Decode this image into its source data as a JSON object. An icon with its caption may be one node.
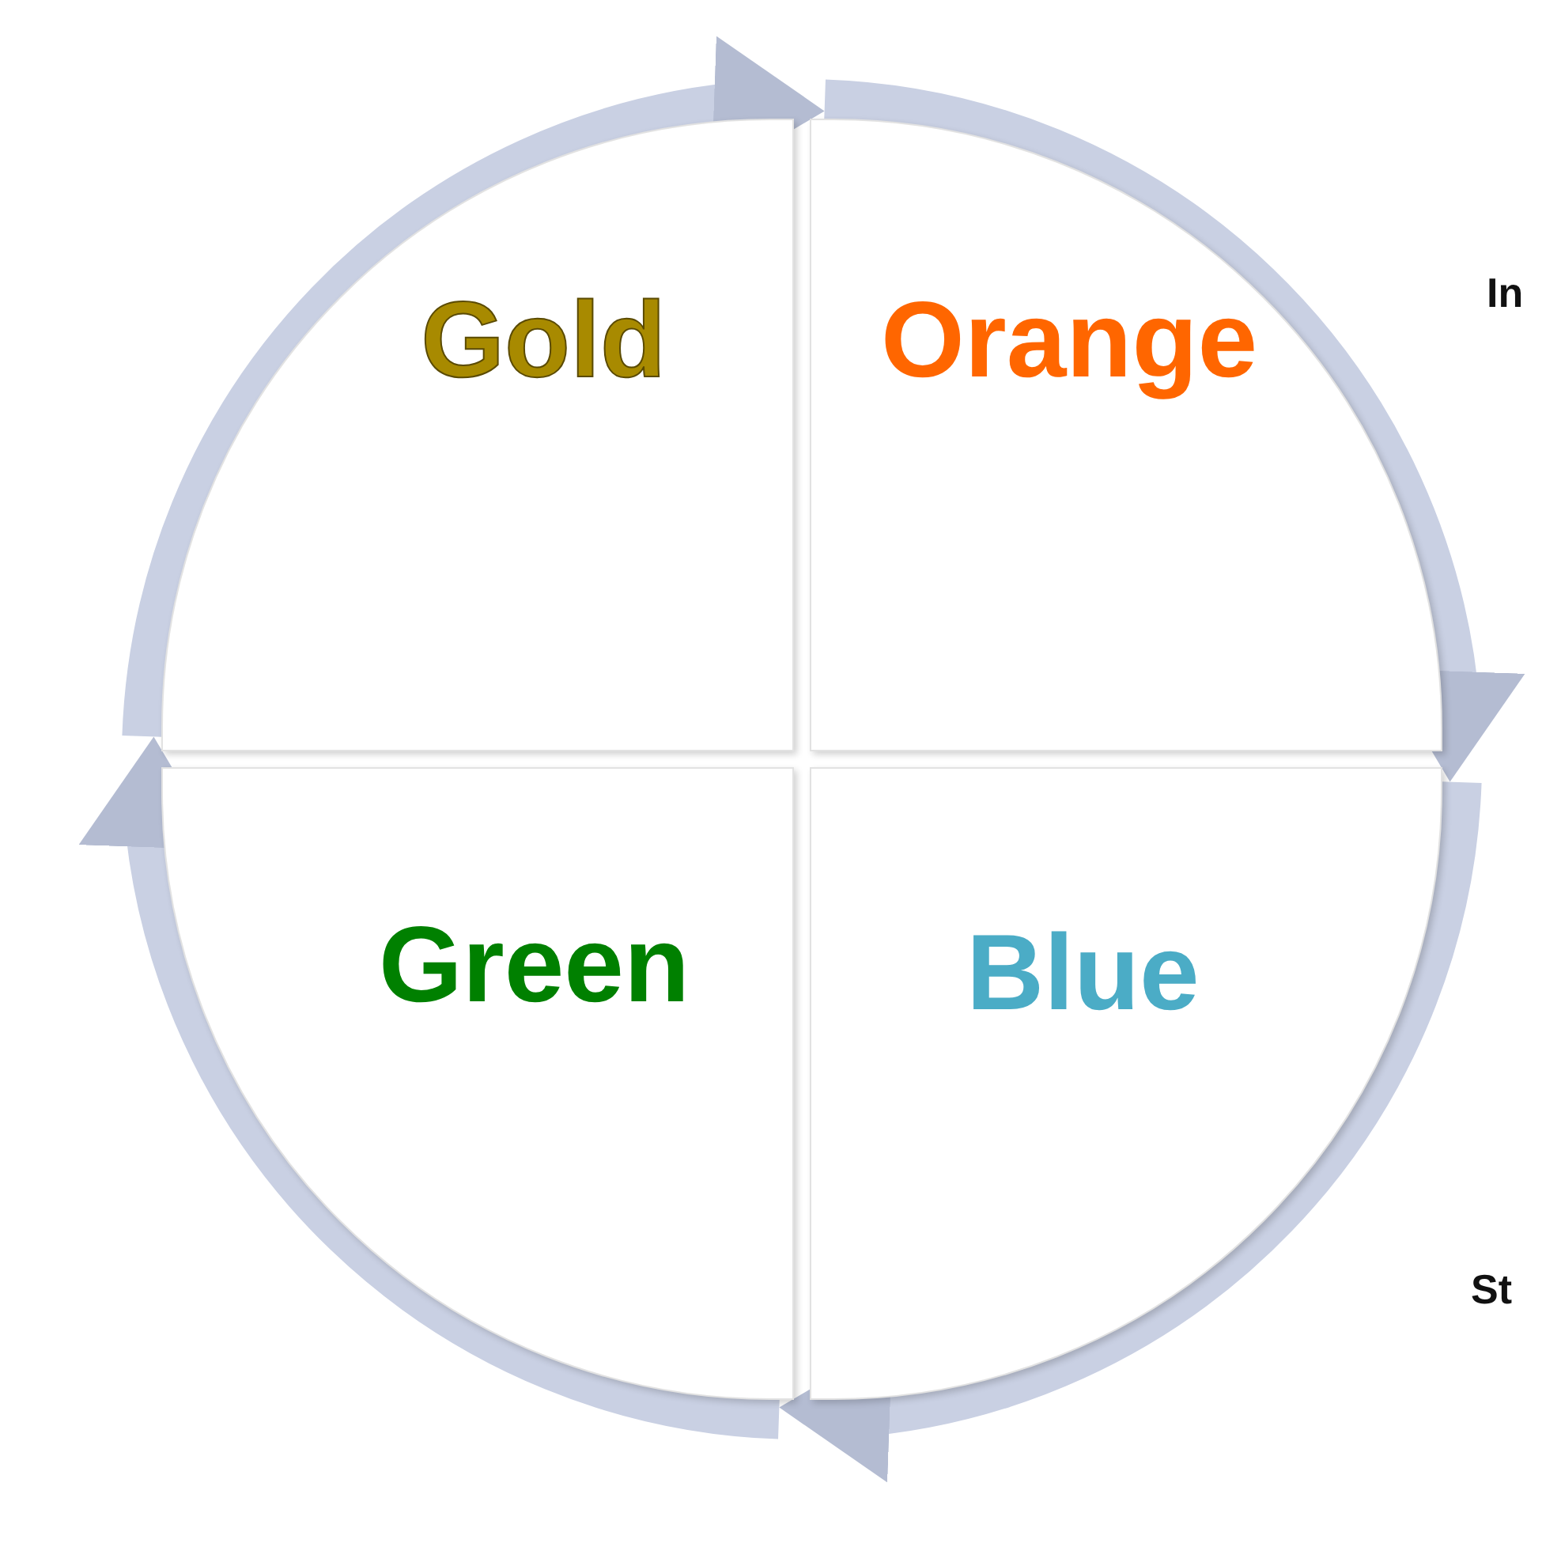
{
  "diagram": {
    "nodes": [
      {
        "text": [
          "Gold"
        ]
      },
      {
        "text": [
          "Orange"
        ]
      },
      {
        "text": [
          "Green"
        ]
      },
      {
        "text": [
          "Blue"
        ]
      }
    ],
    "edges": [
      {
        "from": 0,
        "to": 1,
        "arrow": "to"
      },
      {
        "from": 1,
        "to": 3,
        "arrow": "to"
      },
      {
        "from": 3,
        "to": 2,
        "arrow": "to"
      },
      {
        "from": 2,
        "to": 0,
        "arrow": "to"
      }
    ],
    "labels": [
      "In",
      "St"
    ]
  }
}
